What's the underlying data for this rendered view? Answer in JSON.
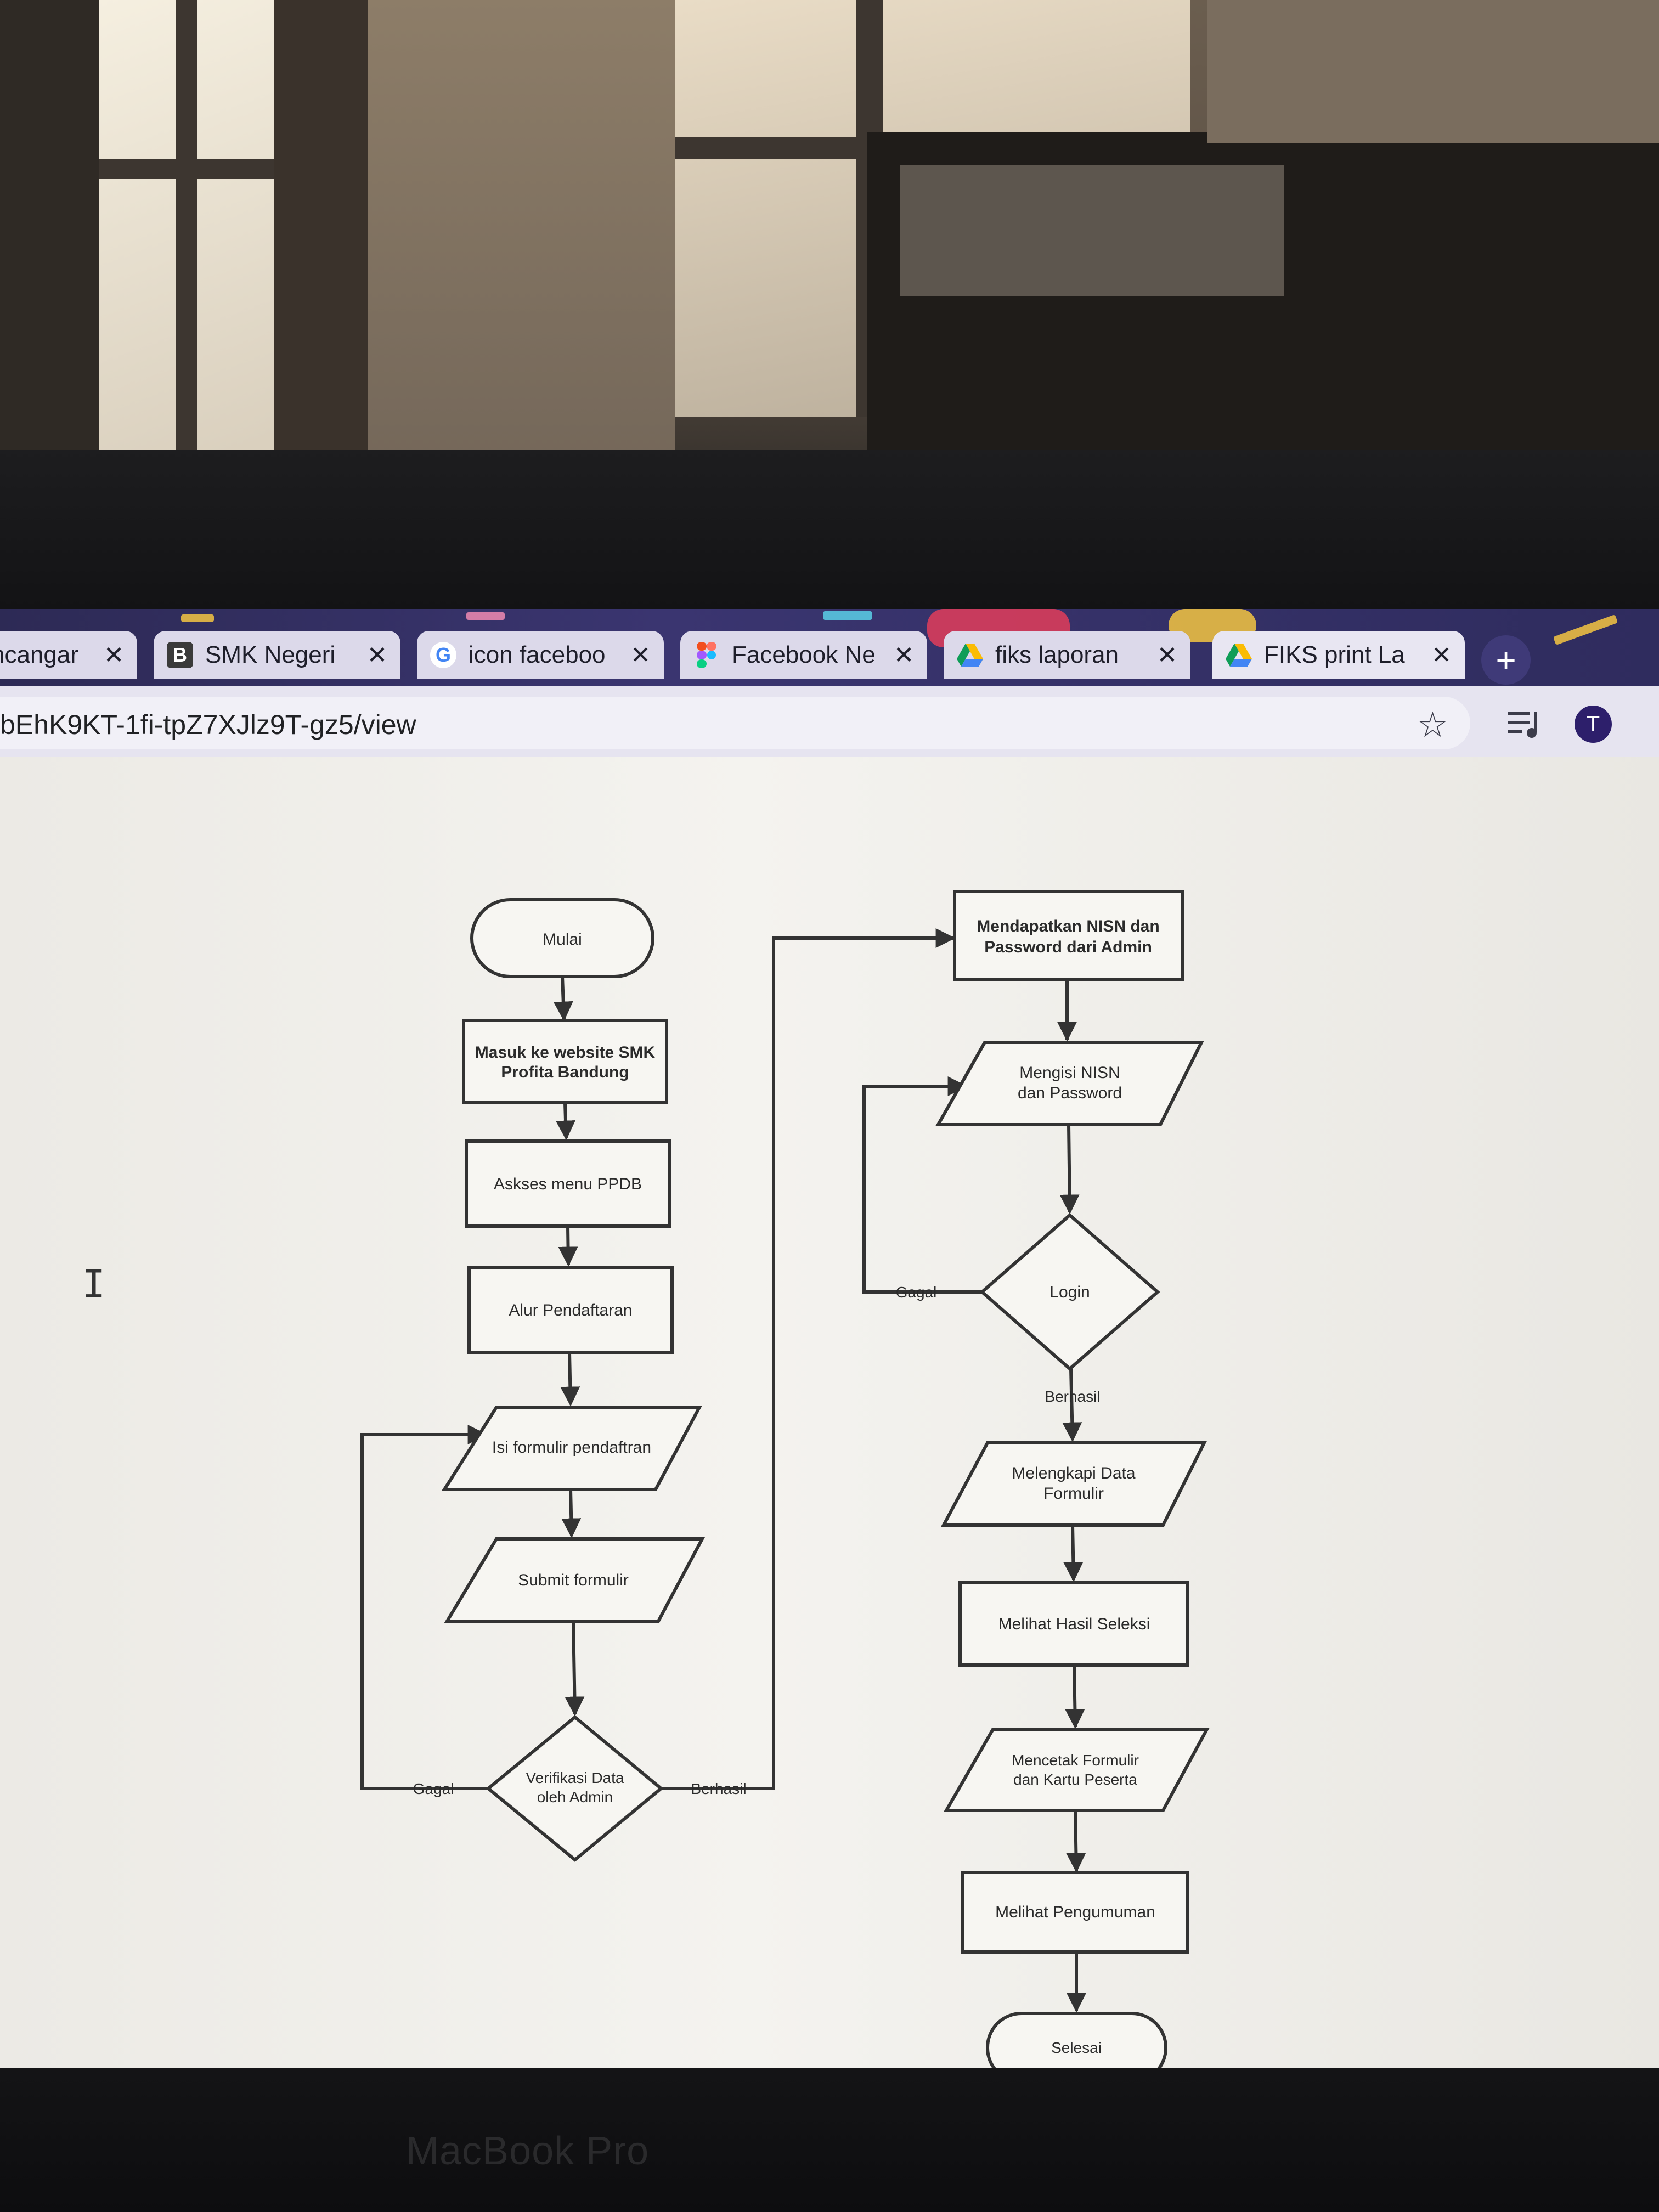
{
  "browser": {
    "tabs": [
      {
        "title": "ncangar",
        "favicon": "doc-icon",
        "active": false
      },
      {
        "title": "SMK Negeri",
        "favicon": "b-letter-icon",
        "active": false
      },
      {
        "title": "icon faceboo",
        "favicon": "google-icon",
        "active": false
      },
      {
        "title": "Facebook Ne",
        "favicon": "figma-icon",
        "active": false
      },
      {
        "title": "fiks laporan",
        "favicon": "google-drive-icon",
        "active": false
      },
      {
        "title": "FIKS print La",
        "favicon": "google-drive-icon",
        "active": true
      }
    ],
    "tab_close_glyph": "✕",
    "new_tab_glyph": "+",
    "url": "bEhK9KT-1fi-tpZ7XJlz9T-gz5/view",
    "star_glyph": "☆",
    "avatar_initial": "T",
    "accent_color": "#2d1f6b"
  },
  "flowchart": {
    "nodes": {
      "start": "Mulai",
      "visit": [
        "Masuk ke website SMK",
        "Profita Bandung"
      ],
      "access": "Askses menu PPDB",
      "flow": "Alur Pendaftaran",
      "fill_form": "Isi formulir pendaftran",
      "submit": "Submit formulir",
      "verify": [
        "Verifikasi Data",
        "oleh Admin"
      ],
      "get_nisn": [
        "Mendapatkan NISN dan",
        "Password dari Admin"
      ],
      "enter_nisn": [
        "Mengisi NISN",
        "dan Password"
      ],
      "login": "Login",
      "complete": [
        "Melengkapi Data",
        "Formulir"
      ],
      "results": "Melihat Hasil Seleksi",
      "print": [
        "Mencetak Formulir",
        "dan Kartu Peserta"
      ],
      "announce": "Melihat Pengumuman",
      "end": "Selesai"
    },
    "edge_labels": {
      "verify_fail": "Gagal",
      "verify_ok": "Berhasil",
      "login_fail": "Gagal",
      "login_ok": "Berhasil"
    }
  },
  "laptop_label": "MacBook Pro"
}
